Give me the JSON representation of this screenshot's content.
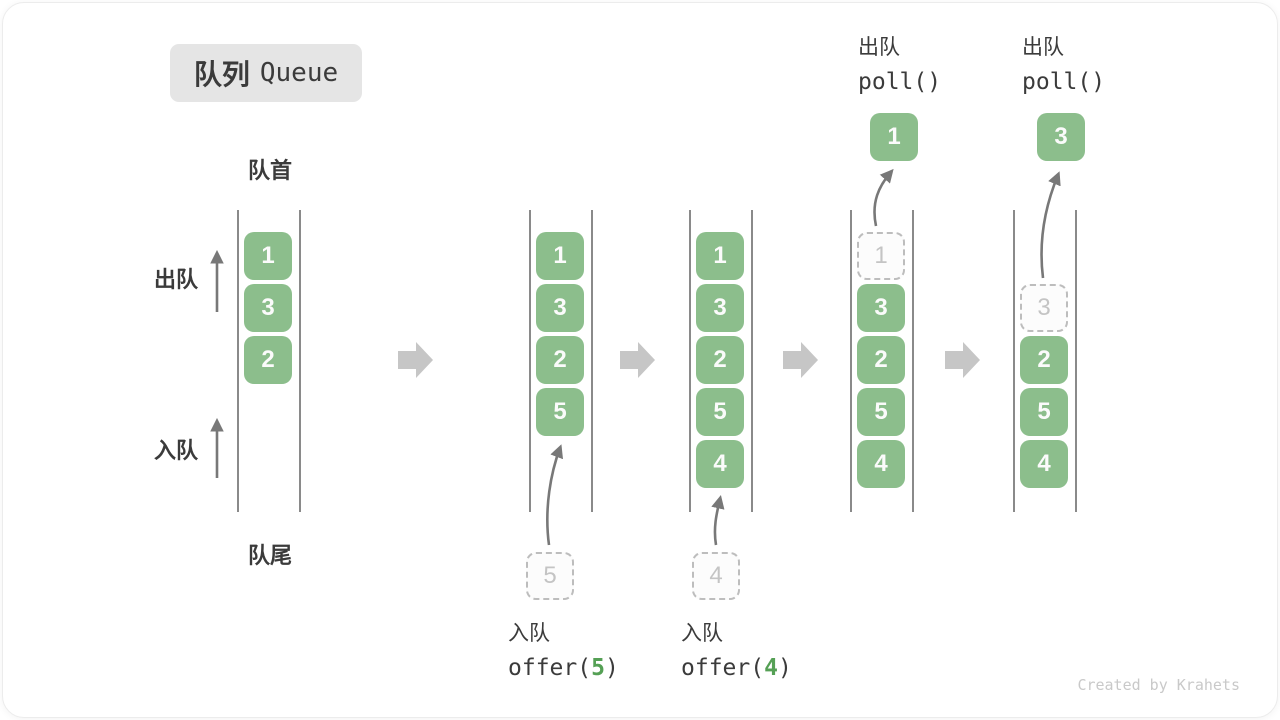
{
  "title": {
    "zh": "队列",
    "en": "Queue"
  },
  "side_labels": {
    "front": "队首",
    "rear": "队尾",
    "dequeue": "出队",
    "enqueue": "入队"
  },
  "queue_states": [
    {
      "boxes": [
        {
          "slot": 0,
          "value": "1",
          "variant": "solid"
        },
        {
          "slot": 1,
          "value": "3",
          "variant": "solid"
        },
        {
          "slot": 2,
          "value": "2",
          "variant": "solid"
        }
      ]
    },
    {
      "boxes": [
        {
          "slot": 0,
          "value": "1",
          "variant": "solid"
        },
        {
          "slot": 1,
          "value": "3",
          "variant": "solid"
        },
        {
          "slot": 2,
          "value": "2",
          "variant": "solid"
        },
        {
          "slot": 3,
          "value": "5",
          "variant": "solid"
        }
      ],
      "pending": "5",
      "caption": {
        "op": "入队",
        "code_pre": "offer(",
        "code_arg": "5",
        "code_post": ")"
      }
    },
    {
      "boxes": [
        {
          "slot": 0,
          "value": "1",
          "variant": "solid"
        },
        {
          "slot": 1,
          "value": "3",
          "variant": "solid"
        },
        {
          "slot": 2,
          "value": "2",
          "variant": "solid"
        },
        {
          "slot": 3,
          "value": "5",
          "variant": "solid"
        },
        {
          "slot": 4,
          "value": "4",
          "variant": "solid"
        }
      ],
      "pending": "4",
      "caption": {
        "op": "入队",
        "code_pre": "offer(",
        "code_arg": "4",
        "code_post": ")"
      }
    },
    {
      "boxes": [
        {
          "slot": 0,
          "value": "1",
          "variant": "dashed"
        },
        {
          "slot": 1,
          "value": "3",
          "variant": "solid"
        },
        {
          "slot": 2,
          "value": "2",
          "variant": "solid"
        },
        {
          "slot": 3,
          "value": "5",
          "variant": "solid"
        },
        {
          "slot": 4,
          "value": "4",
          "variant": "solid"
        }
      ],
      "popped": "1",
      "header": {
        "op": "出队",
        "code": "poll()"
      }
    },
    {
      "boxes": [
        {
          "slot": 1,
          "value": "3",
          "variant": "dashed"
        },
        {
          "slot": 2,
          "value": "2",
          "variant": "solid"
        },
        {
          "slot": 3,
          "value": "5",
          "variant": "solid"
        },
        {
          "slot": 4,
          "value": "4",
          "variant": "solid"
        }
      ],
      "popped": "3",
      "header": {
        "op": "出队",
        "code": "poll()"
      }
    }
  ],
  "watermark": "Created by Krahets",
  "colors": {
    "green": "#8CBE8C",
    "code_green": "#55A055",
    "badge_bg": "#E5E5E5",
    "text_dark": "#3B3B3B",
    "wall": "#8A8A8A",
    "thin_arrow": "#787878",
    "block_arrow": "#C6C6C6",
    "dash_border": "#BDBDBD",
    "dash_text": "#C4C4C4",
    "watermark_color": "#C9C9C9"
  }
}
